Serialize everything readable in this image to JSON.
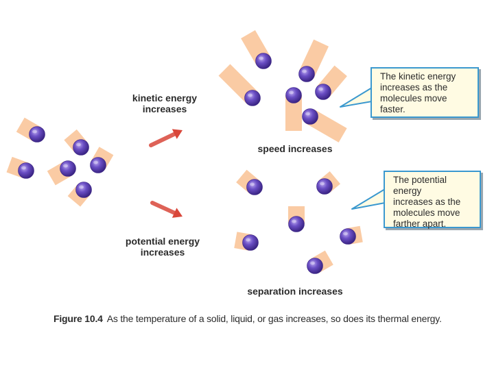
{
  "labels": {
    "kinetic": [
      "kinetic energy",
      "increases"
    ],
    "potential": [
      "potential energy",
      "increases"
    ],
    "speed": "speed increases",
    "separation": "separation increases"
  },
  "callouts": {
    "kinetic": [
      "The kinetic energy",
      "increases as the",
      "molecules move faster."
    ],
    "potential": [
      "The potential energy",
      "increases as the",
      "molecules move",
      "farther apart."
    ]
  },
  "caption": {
    "figure": "Figure 10.4",
    "text": "As the temperature of a solid, liquid, or gas increases, so does its thermal energy."
  },
  "colors": {
    "molecule": "#5b3fb6",
    "trail": "#f6a25a",
    "arrow": "#d9473a",
    "callout_border": "#3a98cf",
    "callout_fill": "#fffbe3"
  }
}
